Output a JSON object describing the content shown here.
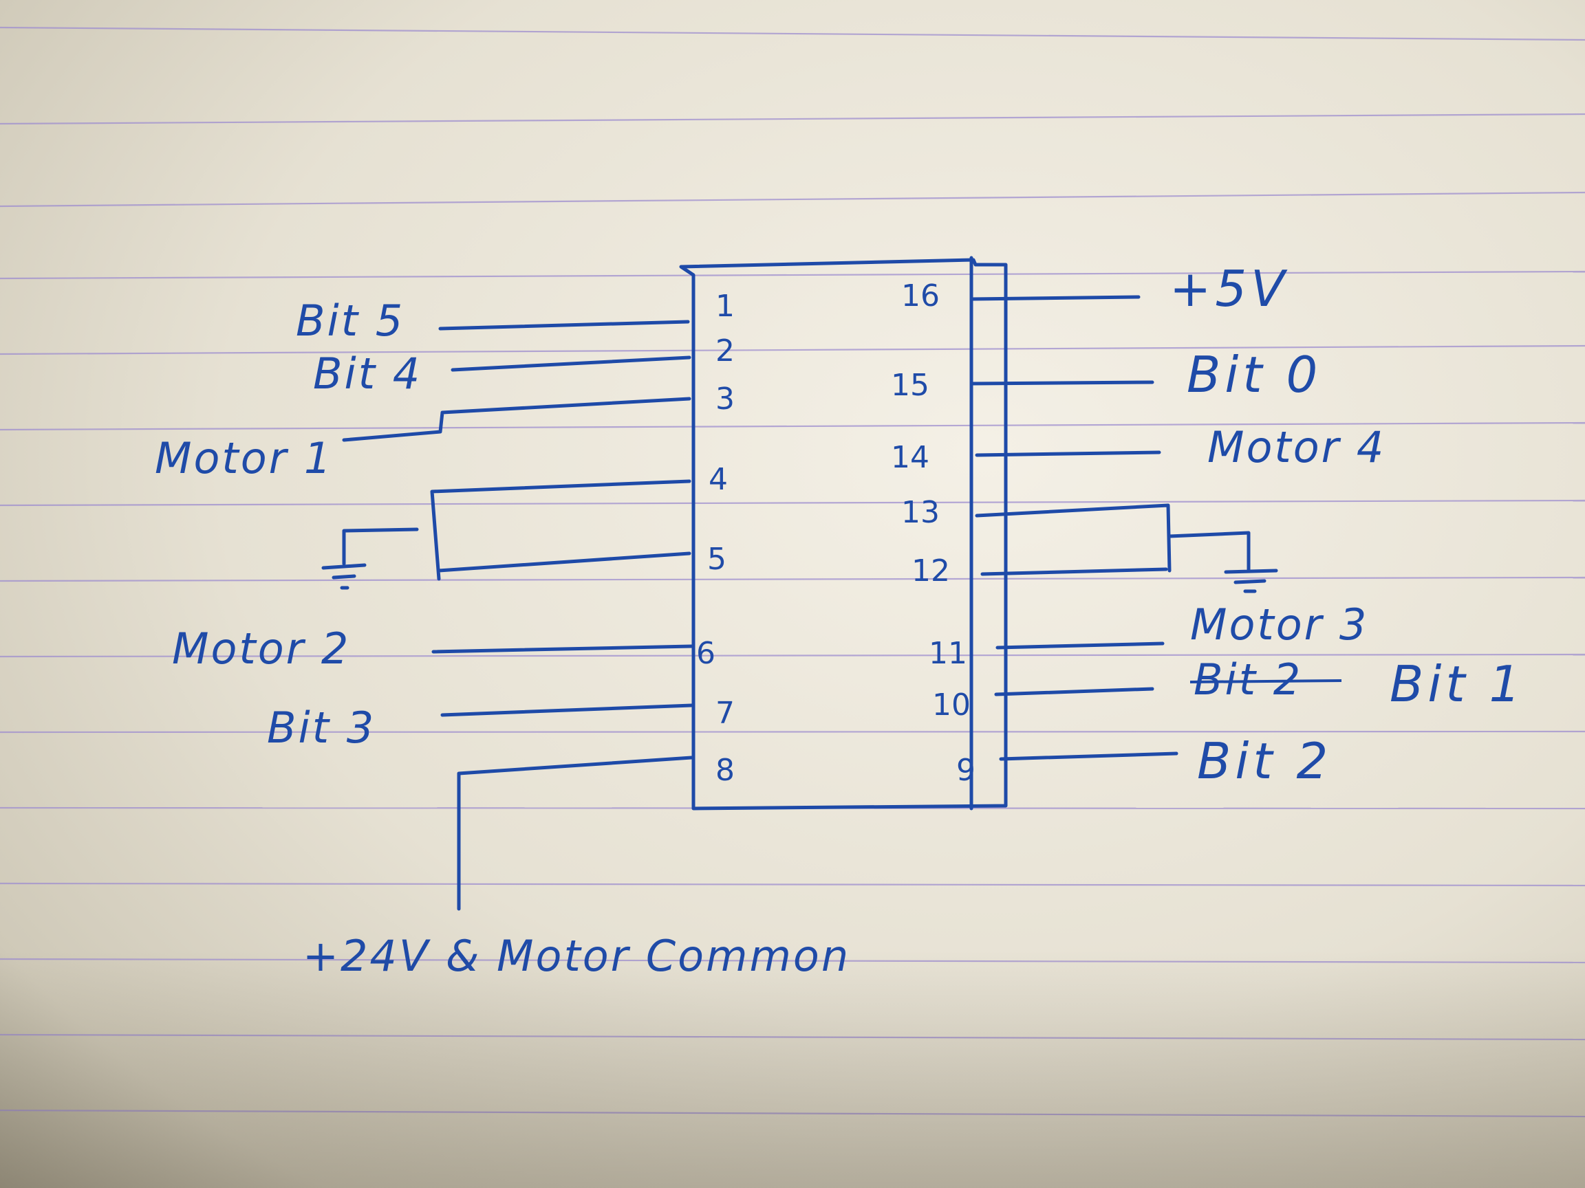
{
  "chip": {
    "pins_left": [
      "1",
      "2",
      "3",
      "4",
      "5",
      "6",
      "7",
      "8"
    ],
    "pins_right": [
      "16",
      "15",
      "14",
      "13",
      "12",
      "11",
      "10",
      "9"
    ]
  },
  "labels": {
    "bit5": "Bit 5",
    "bit4": "Bit 4",
    "motor1": "Motor 1",
    "motor2": "Motor 2",
    "bit3": "Bit 3",
    "plus5v": "+5V",
    "bit0": "Bit 0",
    "motor4": "Motor 4",
    "motor3": "Motor 3",
    "bit2_struck": "Bit 2",
    "bit1": "Bit 1",
    "bit2": "Bit 2",
    "common": "+24V & Motor Common"
  },
  "colors": {
    "ink": "#1e4aa8",
    "paper": "#efebe0",
    "rule": "#9f8fcf"
  }
}
